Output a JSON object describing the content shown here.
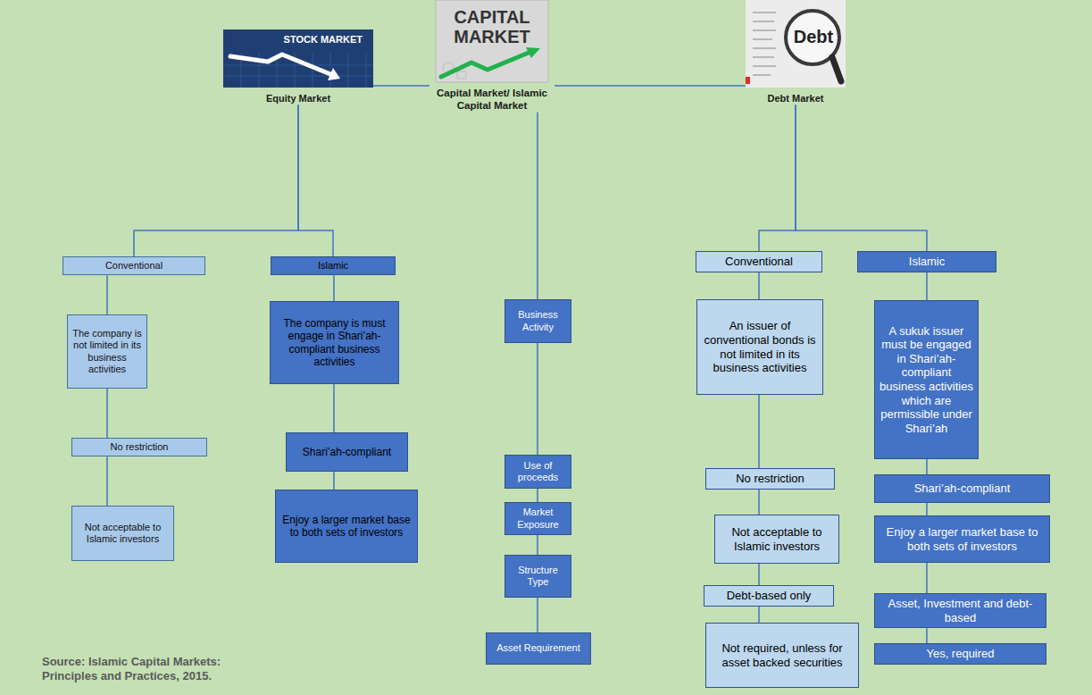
{
  "diagram": {
    "caption": "Source: Islamic Capital Markets: Principles and Practices, 2015.",
    "nodes": [
      {
        "text": [
          "CAPITAL MARKET",
          "Capital Market/ Islamic Capital Market"
        ]
      },
      {
        "text": [
          "STOCK MARKET",
          "Equity Market"
        ]
      },
      {
        "text": [
          "Debt",
          "Debt Market"
        ]
      },
      {
        "text": [
          "Conventional"
        ]
      },
      {
        "text": [
          "The company is not limited in its business activities"
        ]
      },
      {
        "text": [
          "No restriction"
        ]
      },
      {
        "text": [
          "Not acceptable to Islamic investors"
        ]
      },
      {
        "text": [
          "Islamic"
        ]
      },
      {
        "text": [
          "The company is must engage in Shari’ah-compliant business activities"
        ]
      },
      {
        "text": [
          "Shari’ah-compliant"
        ]
      },
      {
        "text": [
          "Enjoy a larger market base to both sets of investors"
        ]
      },
      {
        "text": [
          "Business Activity"
        ]
      },
      {
        "text": [
          "Use of proceeds"
        ]
      },
      {
        "text": [
          "Market Exposure"
        ]
      },
      {
        "text": [
          "Structure Type"
        ]
      },
      {
        "text": [
          "Asset Requirement"
        ]
      },
      {
        "text": [
          "Conventional"
        ]
      },
      {
        "text": [
          "An issuer of conventional bonds is not limited in its business activities"
        ]
      },
      {
        "text": [
          "No restriction"
        ]
      },
      {
        "text": [
          "Not acceptable to Islamic investors"
        ]
      },
      {
        "text": [
          "Debt-based only"
        ]
      },
      {
        "text": [
          "Not required, unless for asset backed securities"
        ]
      },
      {
        "text": [
          "Islamic"
        ]
      },
      {
        "text": [
          "A sukuk issuer must be engaged in Shari’ah-compliant business activities which are permissible under Shari’ah"
        ]
      },
      {
        "text": [
          "Shari’ah-compliant"
        ]
      },
      {
        "text": [
          "Enjoy a larger market base to both sets of investors"
        ]
      },
      {
        "text": [
          "Asset, Investment and debt-based"
        ]
      },
      {
        "text": [
          "Yes, required"
        ]
      }
    ],
    "edges": [
      {
        "from": 0,
        "to": 1,
        "arrow": "none"
      },
      {
        "from": 0,
        "to": 2,
        "arrow": "none"
      },
      {
        "from": 0,
        "to": 11,
        "arrow": "none"
      },
      {
        "from": 1,
        "to": 3,
        "arrow": "none"
      },
      {
        "from": 1,
        "to": 7,
        "arrow": "none"
      },
      {
        "from": 2,
        "to": 16,
        "arrow": "none"
      },
      {
        "from": 2,
        "to": 22,
        "arrow": "none"
      },
      {
        "from": 3,
        "to": 4,
        "arrow": "none"
      },
      {
        "from": 4,
        "to": 5,
        "arrow": "none"
      },
      {
        "from": 5,
        "to": 6,
        "arrow": "none"
      },
      {
        "from": 7,
        "to": 8,
        "arrow": "none"
      },
      {
        "from": 8,
        "to": 9,
        "arrow": "none"
      },
      {
        "from": 9,
        "to": 10,
        "arrow": "none"
      },
      {
        "from": 11,
        "to": 12,
        "arrow": "none"
      },
      {
        "from": 12,
        "to": 13,
        "arrow": "none"
      },
      {
        "from": 13,
        "to": 14,
        "arrow": "none"
      },
      {
        "from": 14,
        "to": 15,
        "arrow": "none"
      },
      {
        "from": 16,
        "to": 17,
        "arrow": "none"
      },
      {
        "from": 17,
        "to": 18,
        "arrow": "none"
      },
      {
        "from": 18,
        "to": 19,
        "arrow": "none"
      },
      {
        "from": 19,
        "to": 20,
        "arrow": "none"
      },
      {
        "from": 20,
        "to": 21,
        "arrow": "none"
      },
      {
        "from": 22,
        "to": 23,
        "arrow": "none"
      },
      {
        "from": 23,
        "to": 24,
        "arrow": "none"
      },
      {
        "from": 24,
        "to": 25,
        "arrow": "none"
      },
      {
        "from": 25,
        "to": 26,
        "arrow": "none"
      },
      {
        "from": 26,
        "to": 27,
        "arrow": "none"
      }
    ]
  }
}
